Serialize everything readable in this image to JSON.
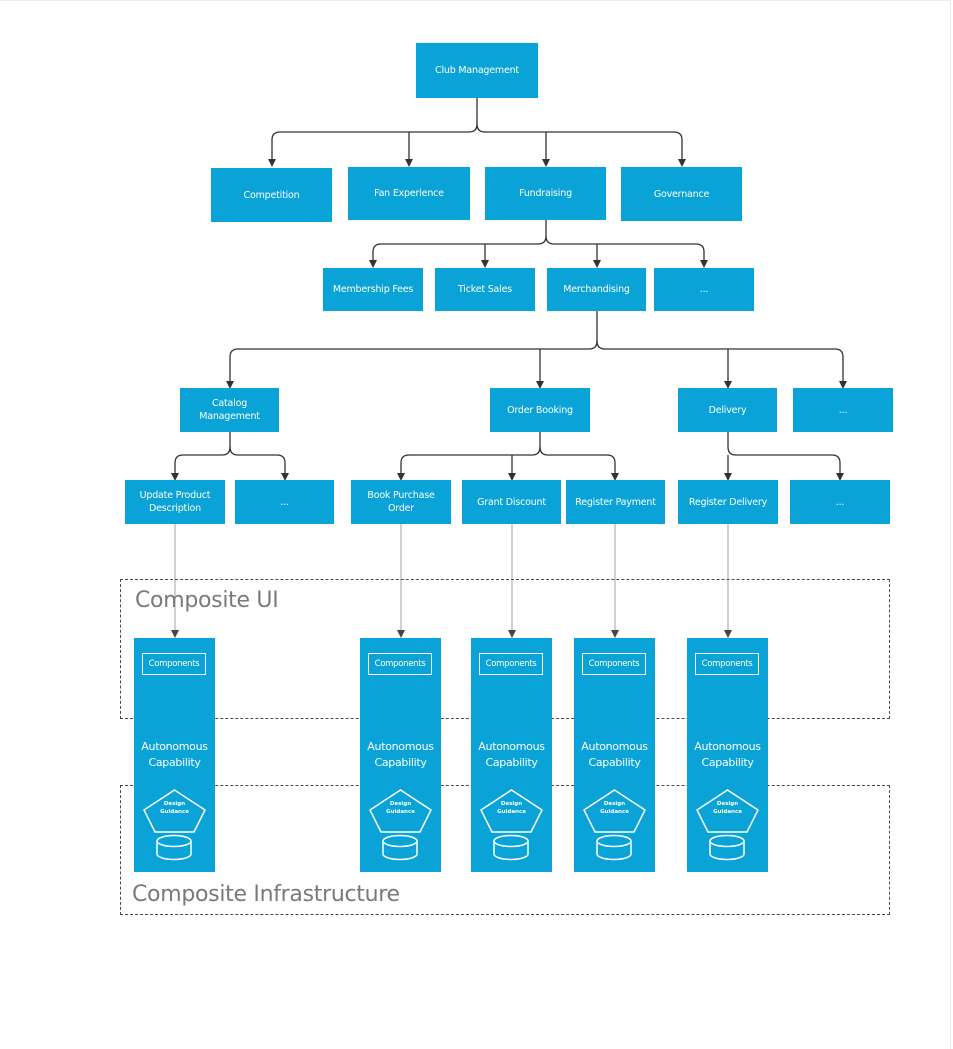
{
  "colors": {
    "accent": "#0aa3d8",
    "line": "#333333",
    "connector": "#9a9a9a",
    "region_border": "#4a4a4a",
    "region_label": "#7a7a7a"
  },
  "root": {
    "label": "Club Management"
  },
  "domains": [
    {
      "label": "Competition"
    },
    {
      "label": "Fan Experience"
    },
    {
      "label": "Fundraising"
    },
    {
      "label": "Governance"
    }
  ],
  "fundraising_children": [
    {
      "label": "Membership Fees"
    },
    {
      "label": "Ticket Sales"
    },
    {
      "label": "Merchandising"
    },
    {
      "label": "..."
    }
  ],
  "merchandising_children": [
    {
      "label": "Catalog Management"
    },
    {
      "label": "Order Booking"
    },
    {
      "label": "Delivery"
    },
    {
      "label": "..."
    }
  ],
  "leaves": [
    {
      "label": "Update Product Description"
    },
    {
      "label": "..."
    },
    {
      "label": "Book Purchase Order"
    },
    {
      "label": "Grant Discount"
    },
    {
      "label": "Register Payment"
    },
    {
      "label": "Register Delivery"
    },
    {
      "label": "..."
    }
  ],
  "regions": {
    "ui_label": "Composite UI",
    "infra_label": "Composite Infrastructure"
  },
  "capability": {
    "components_label": "Components",
    "title_line1": "Autonomous",
    "title_line2": "Capability",
    "design_line1": "Design",
    "design_line2": "Guidance"
  },
  "icons": [
    "design-guidance-pentagon-icon",
    "database-cylinder-icon"
  ]
}
